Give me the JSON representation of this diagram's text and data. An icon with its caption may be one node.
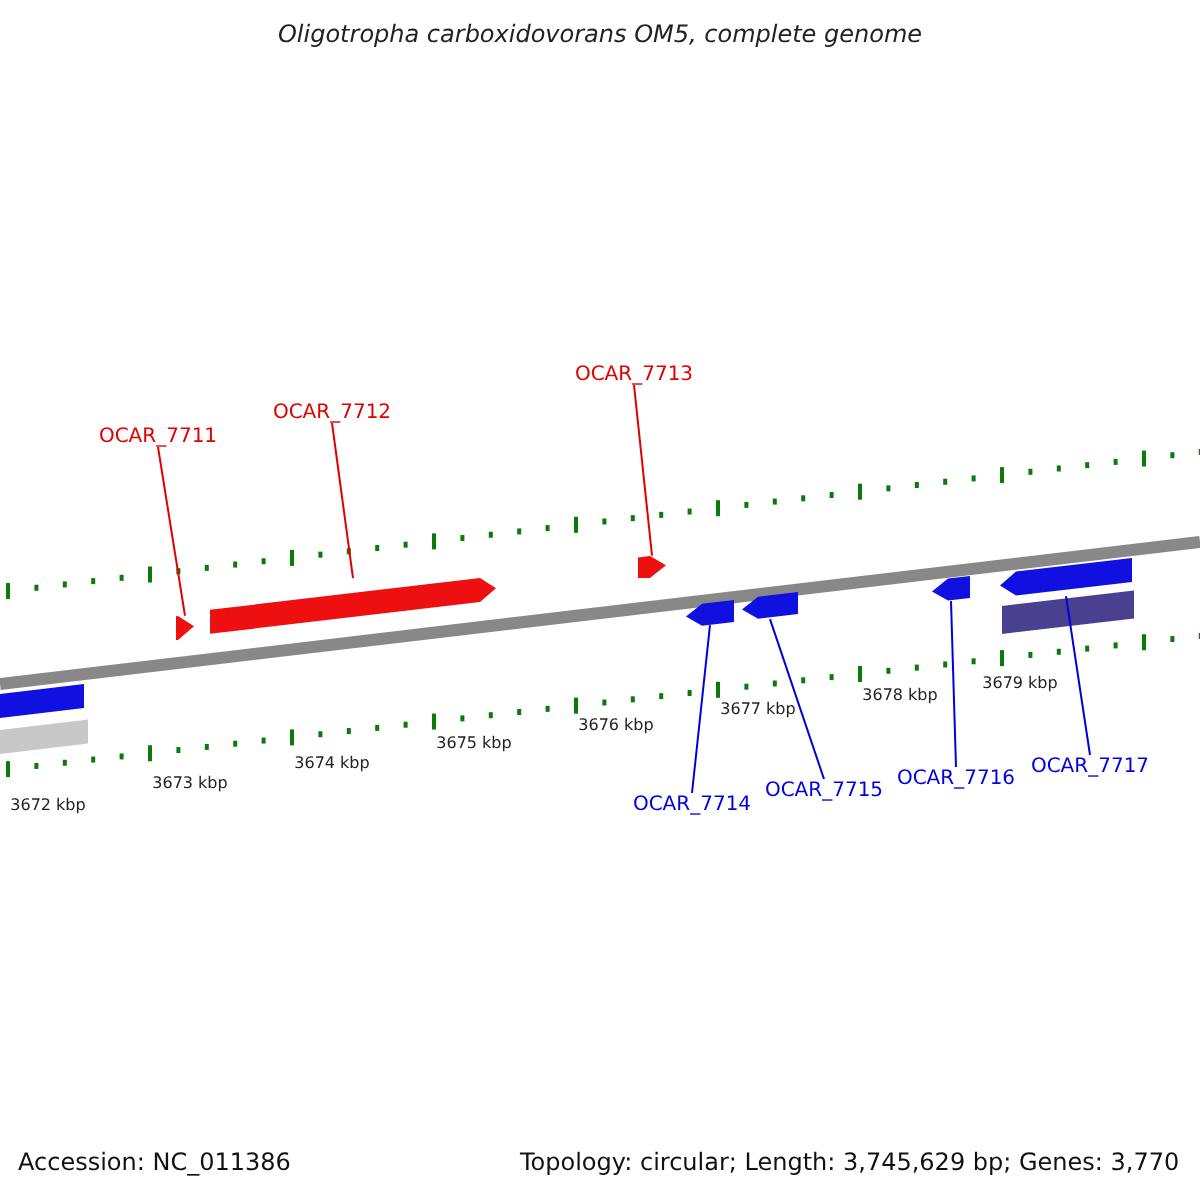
{
  "diagram": {
    "title": "Oligotropha carboxidovorans OM5, complete genome",
    "nodes": [
      {
        "text": [
          "OCAR_7711"
        ]
      },
      {
        "text": [
          "OCAR_7712"
        ]
      },
      {
        "text": [
          "OCAR_7713"
        ]
      },
      {
        "text": [
          "OCAR_7714"
        ]
      },
      {
        "text": [
          "OCAR_7715"
        ]
      },
      {
        "text": [
          "OCAR_7716"
        ]
      },
      {
        "text": [
          "OCAR_7717"
        ]
      },
      {
        "text": [],
        "shape": "bar"
      },
      {
        "text": [],
        "shape": "bar"
      },
      {
        "text": [],
        "shape": "bar"
      },
      {
        "text": [],
        "shape": "bar"
      },
      {
        "text": [],
        "shape": "bar"
      },
      {
        "text": [],
        "shape": "bar"
      },
      {
        "text": [],
        "shape": "bar"
      }
    ],
    "edges": [
      {
        "from": 0,
        "to": 7,
        "arrow": "none",
        "color": "#e00000"
      },
      {
        "from": 1,
        "to": 8,
        "arrow": "none",
        "color": "#e00000"
      },
      {
        "from": 2,
        "to": 9,
        "arrow": "none",
        "color": "#e00000"
      },
      {
        "from": 3,
        "to": 10,
        "arrow": "none"
      },
      {
        "from": 4,
        "to": 11,
        "arrow": "none"
      },
      {
        "from": 5,
        "to": 12,
        "arrow": "none"
      },
      {
        "from": 6,
        "to": 13,
        "arrow": "none"
      }
    ],
    "labels": [
      "3672 kbp",
      "3673 kbp",
      "3674 kbp",
      "3675 kbp",
      "3676 kbp",
      "3677 kbp",
      "3678 kbp",
      "3679 kbp",
      "Accession: NC_011386",
      "Topology: circular; Length: 3,745,629 bp; Genes: 3,770"
    ]
  }
}
